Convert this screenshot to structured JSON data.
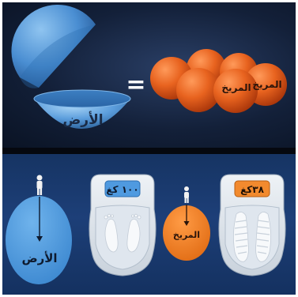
{
  "top_panel": {
    "earth_label": "الأرض",
    "equals_sign": "=",
    "mars_labels": [
      "المريخ",
      "المريخ"
    ]
  },
  "bottom_panel": {
    "earth_label": "الأرض",
    "mars_label": "المريخ",
    "earth_weight": "١٠٠ كغ",
    "mars_weight": "٣٨كغ"
  },
  "colors": {
    "earth_blue": "#4a98dc",
    "mars_orange": "#e8631f",
    "display_orange": "#f28a2e",
    "display_blue": "#4f9ae0"
  }
}
